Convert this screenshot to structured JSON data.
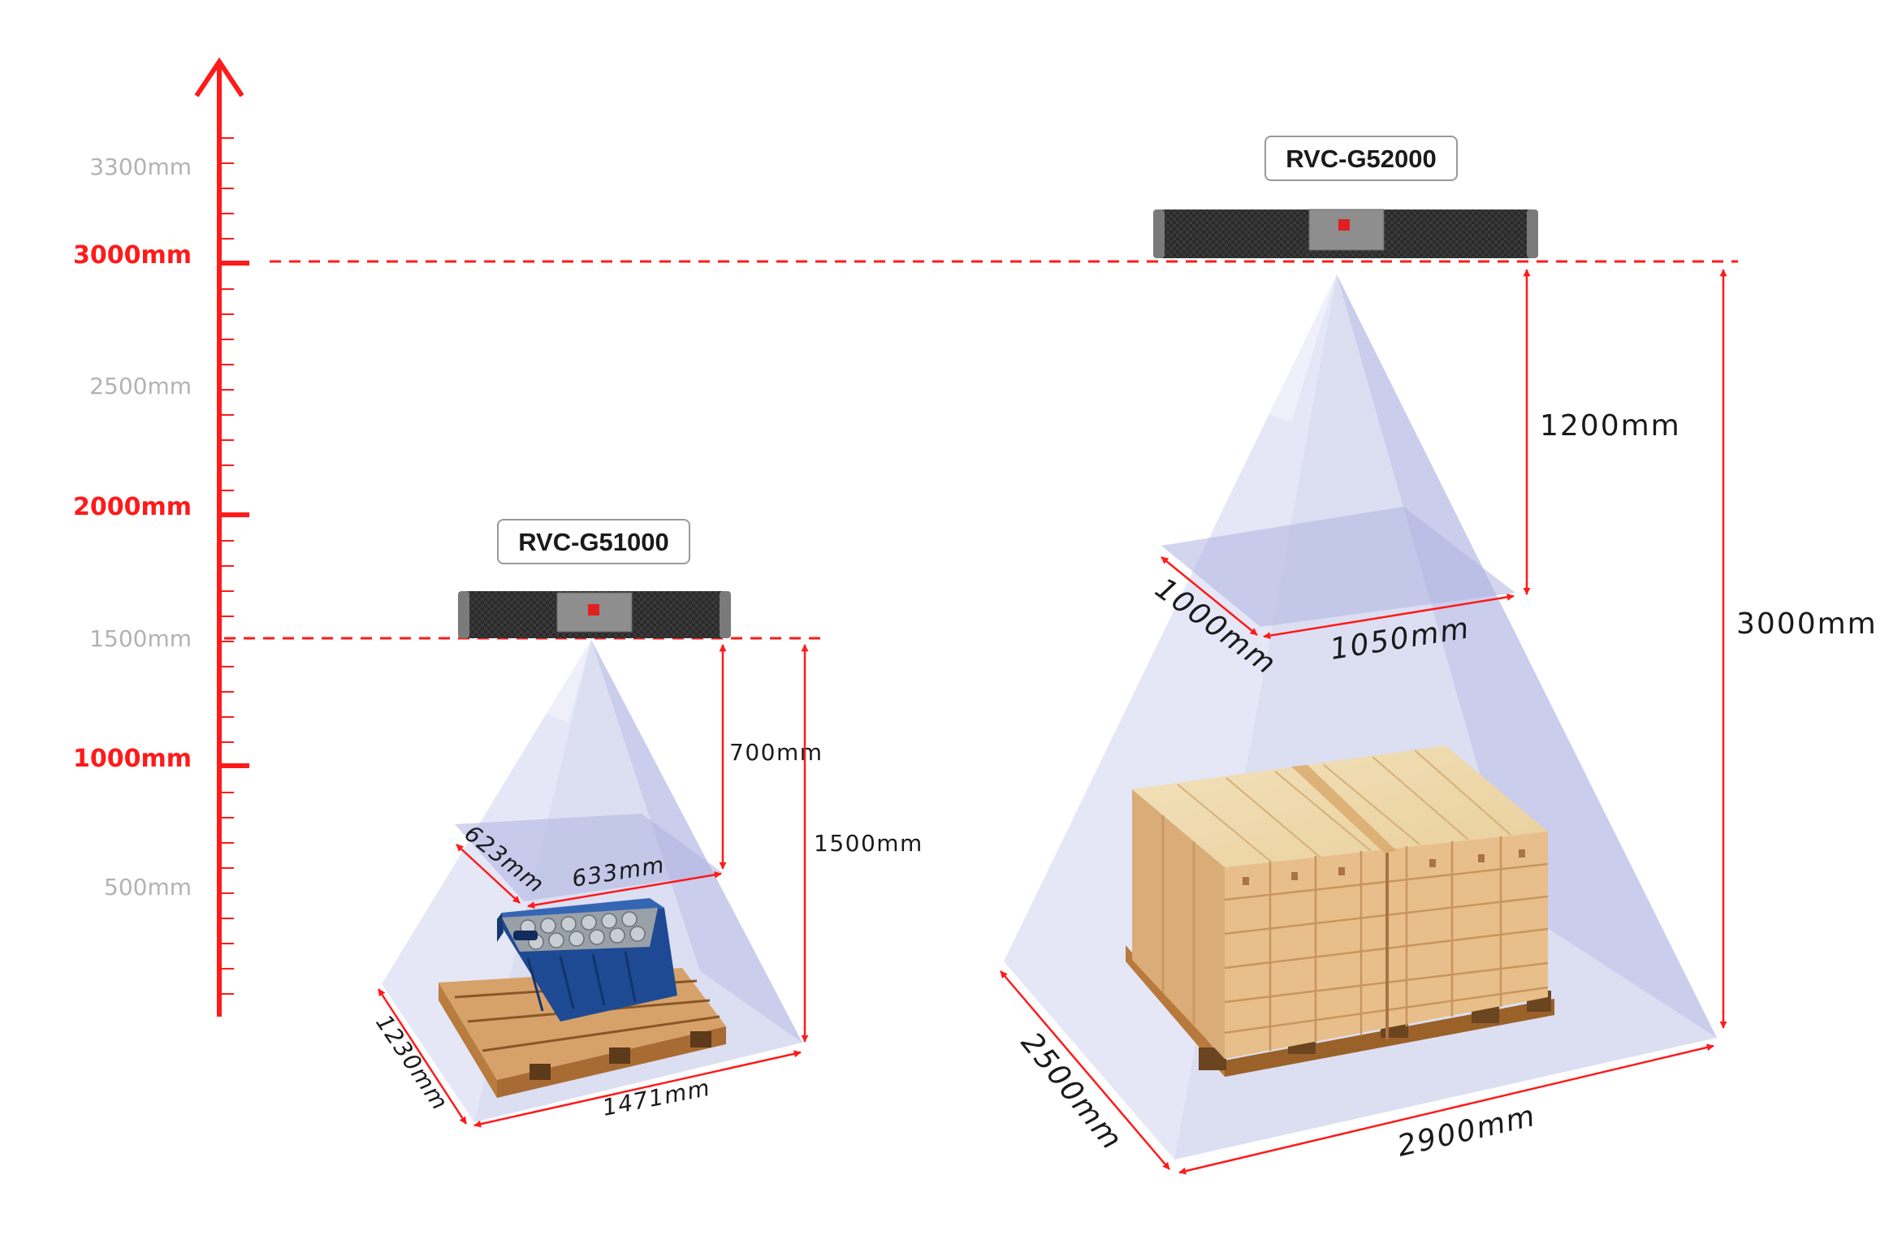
{
  "axis": {
    "ticks_gray": [
      "3300mm",
      "2500mm",
      "1500mm",
      "500mm"
    ],
    "ticks_red": [
      "3000mm",
      "2000mm",
      "1000mm"
    ],
    "color": "#ff1a1a",
    "arrow_icon": "arrow-up-icon"
  },
  "small": {
    "model": "RVC-G51000",
    "near_width": "623mm",
    "near_length": "633mm",
    "near_distance": "700mm",
    "far_width": "1230mm",
    "far_length": "1471mm",
    "far_distance": "1500mm",
    "object": "crate-on-pallet"
  },
  "large": {
    "model": "RVC-G52000",
    "near_width": "1000mm",
    "near_length": "1050mm",
    "near_distance": "1200mm",
    "far_width": "2500mm",
    "far_length": "2900mm",
    "far_distance": "3000mm",
    "object": "boxes-on-pallet"
  },
  "colors": {
    "fov_fill": "#c5c9ea",
    "dimension_line": "#ff1a1a",
    "camera_body": "#2b2b2b"
  }
}
